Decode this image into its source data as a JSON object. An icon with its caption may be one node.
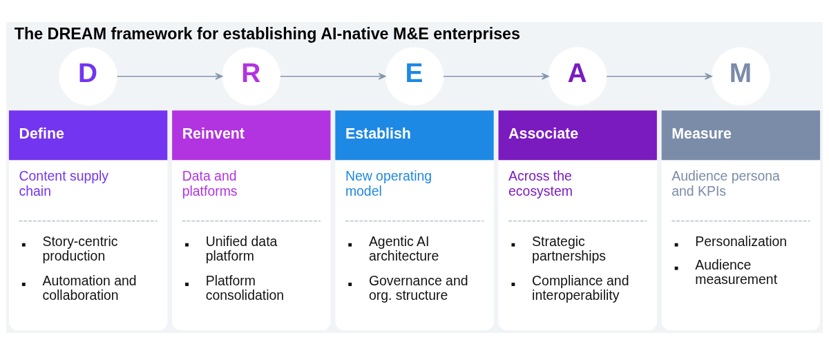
{
  "diagram": {
    "title": "The DREAM framework for establishing AI-native M&E enterprises",
    "nodes": [
      {
        "text": [
          "D"
        ]
      },
      {
        "text": [
          "R"
        ]
      },
      {
        "text": [
          "E"
        ]
      },
      {
        "text": [
          "A"
        ]
      },
      {
        "text": [
          "M"
        ]
      },
      {
        "text": [
          "Define",
          "Content supply chain",
          "Story-centric production",
          "Automation and collaboration"
        ]
      },
      {
        "text": [
          "Reinvent",
          "Data and platforms",
          "Unified data platform",
          "Platform consolidation"
        ]
      },
      {
        "text": [
          "Establish",
          "New operating model",
          "Agentic AI architecture",
          "Governance and org. structure"
        ]
      },
      {
        "text": [
          "Associate",
          "Across the ecosystem",
          "Strategic partnerships",
          "Compliance and interoperability"
        ]
      },
      {
        "text": [
          "Measure",
          "Audience persona and KPIs",
          "Personalization",
          "Audience measurement"
        ]
      }
    ],
    "edges": [
      {
        "from": 0,
        "to": 1,
        "arrow": "to"
      },
      {
        "from": 1,
        "to": 2,
        "arrow": "to"
      },
      {
        "from": 2,
        "to": 3,
        "arrow": "to"
      },
      {
        "from": 3,
        "to": 4,
        "arrow": "to"
      }
    ]
  }
}
